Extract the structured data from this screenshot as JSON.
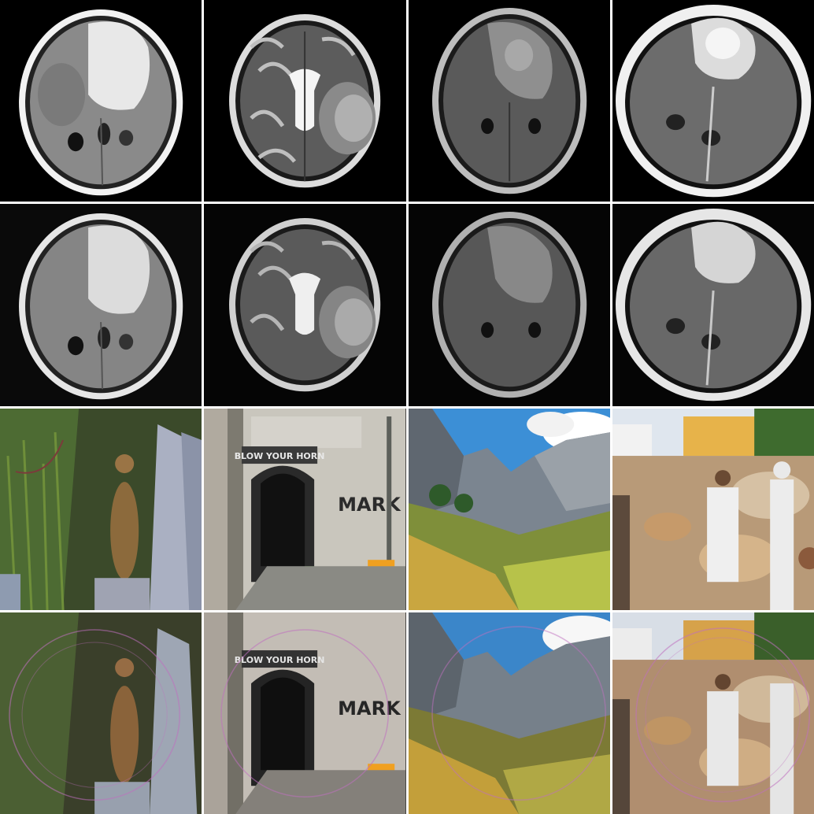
{
  "rows": [
    {
      "id": "mri-original",
      "cells": [
        "mri-flair-1",
        "mri-t2",
        "mri-flair-2",
        "mri-t1-contrast"
      ]
    },
    {
      "id": "mri-reconstructed",
      "cells": [
        "mri-flair-1",
        "mri-t2",
        "mri-flair-2",
        "mri-t1-contrast"
      ]
    },
    {
      "id": "natural-original",
      "cells": [
        "ground-squirrel",
        "archway-wall",
        "mountain-valley",
        "camel-market"
      ]
    },
    {
      "id": "natural-reconstructed",
      "cells": [
        "ground-squirrel",
        "archway-wall",
        "mountain-valley",
        "camel-market"
      ]
    }
  ],
  "archway": {
    "sign_text": "BLOW YOUR HORN",
    "graffiti_text": "MARK"
  },
  "colors": {
    "background": "#000000",
    "separator": "#ffffff",
    "overlay_circle": "#c070c0"
  }
}
